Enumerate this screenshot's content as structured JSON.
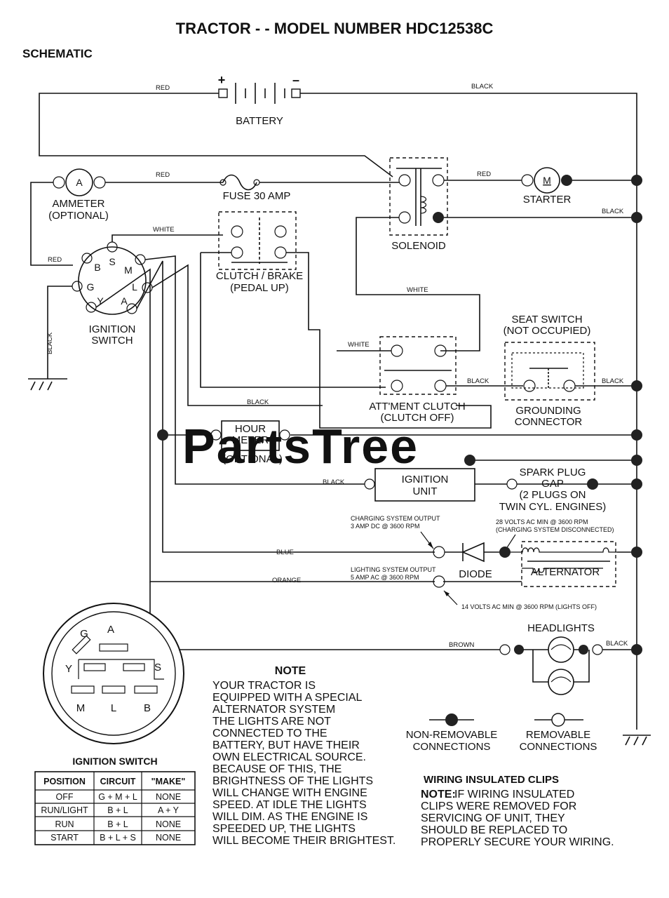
{
  "title": "TRACTOR - - MODEL NUMBER HDC12538C",
  "subtitle": "SCHEMATIC",
  "watermark": "PartsTree",
  "components": {
    "battery": "BATTERY",
    "battery_plus": "+",
    "battery_minus": "–",
    "ammeter_symbol": "A",
    "ammeter": "AMMETER",
    "ammeter_optional": "(OPTIONAL)",
    "fuse": "FUSE 30 AMP",
    "starter_symbol": "M",
    "starter": "STARTER",
    "solenoid": "SOLENOID",
    "clutch_brake_1": "CLUTCH / BRAKE",
    "clutch_brake_2": "(PEDAL UP)",
    "ignition_switch_1": "IGNITION",
    "ignition_switch_2": "SWITCH",
    "seat_switch_1": "SEAT SWITCH",
    "seat_switch_2": "(NOT OCCUPIED)",
    "grounding_1": "GROUNDING",
    "grounding_2": "CONNECTOR",
    "attment_clutch_1": "ATT'MENT CLUTCH",
    "attment_clutch_2": "(CLUTCH OFF)",
    "hour_meter_1": "HOUR",
    "hour_meter_2": "METER",
    "hour_meter_3": "(OPTIONAL)",
    "ignition_unit_1": "IGNITION",
    "ignition_unit_2": "UNIT",
    "spark_1": "SPARK PLUG",
    "spark_2": "GAP",
    "spark_3": "(2 PLUGS ON",
    "spark_4": "TWIN CYL. ENGINES)",
    "charging_1": "CHARGING SYSTEM OUTPUT",
    "charging_2": "3 AMP DC @ 3600 RPM",
    "volts28_1": "28 VOLTS AC MIN @ 3600 RPM",
    "volts28_2": "(CHARGING SYSTEM DISCONNECTED)",
    "diode": "DIODE",
    "alternator": "ALTERNATOR",
    "lighting_1": "LIGHTING SYSTEM OUTPUT",
    "lighting_2": "5 AMP AC @ 3600 RPM",
    "volts14": "14 VOLTS AC MIN @ 3600 RPM (LIGHTS OFF)",
    "headlights": "HEADLIGHTS"
  },
  "ignition_pins": {
    "B": "B",
    "S": "S",
    "M": "M",
    "G": "G",
    "L": "L",
    "Y": "Y",
    "A": "A"
  },
  "wires": {
    "red": "RED",
    "black": "BLACK",
    "white": "WHITE",
    "blue": "BLUE",
    "orange": "ORANGE",
    "brown": "BROWN"
  },
  "note": {
    "heading": "NOTE",
    "lines": [
      "YOUR TRACTOR IS",
      "EQUIPPED WITH A SPECIAL",
      "ALTERNATOR SYSTEM",
      "THE LIGHTS ARE NOT",
      "CONNECTED TO THE",
      "BATTERY, BUT HAVE THEIR",
      "OWN ELECTRICAL SOURCE.",
      "BECAUSE OF THIS, THE",
      "BRIGHTNESS OF THE LIGHTS",
      "WILL CHANGE WITH ENGINE",
      "SPEED.  AT IDLE THE LIGHTS",
      "WILL DIM.  AS THE ENGINE IS",
      "SPEEDED UP, THE LIGHTS",
      "WILL BECOME THEIR BRIGHTEST."
    ]
  },
  "legend": {
    "non_removable_1": "NON-REMOVABLE",
    "non_removable_2": "CONNECTIONS",
    "removable_1": "REMOVABLE",
    "removable_2": "CONNECTIONS"
  },
  "clips": {
    "heading": "WIRING INSULATED CLIPS",
    "note_label": "NOTE:",
    "lines": [
      "IF WIRING INSULATED",
      "CLIPS WERE REMOVED FOR",
      "SERVICING OF UNIT, THEY",
      "SHOULD BE REPLACED TO",
      "PROPERLY SECURE YOUR WIRING."
    ]
  },
  "ignition_table": {
    "title": "IGNITION SWITCH",
    "headers": [
      "POSITION",
      "CIRCUIT",
      "\"MAKE\""
    ],
    "rows": [
      [
        "OFF",
        "G + M + L",
        "NONE"
      ],
      [
        "RUN/LIGHT",
        "B + L",
        "A + Y"
      ],
      [
        "RUN",
        "B + L",
        "NONE"
      ],
      [
        "START",
        "B + L + S",
        "NONE"
      ]
    ]
  }
}
